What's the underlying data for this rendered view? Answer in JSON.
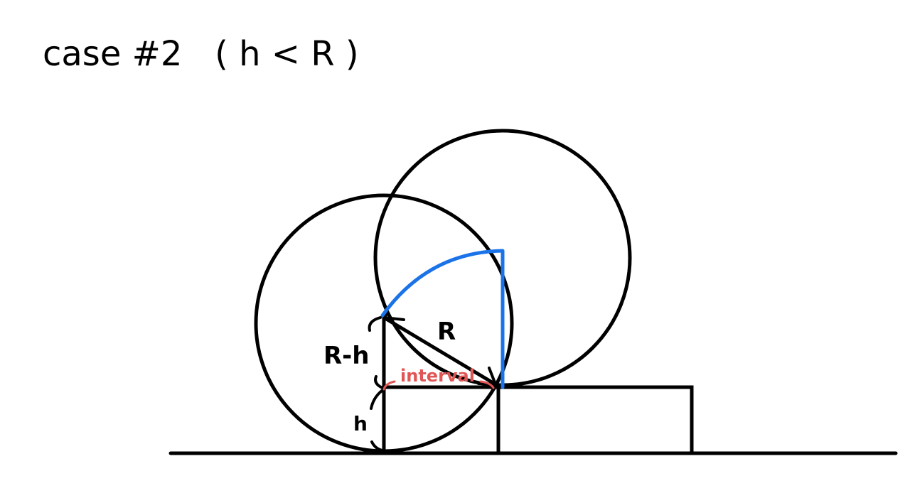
{
  "title": "case #2   ( h < R )",
  "labels": {
    "radius": "R",
    "difference": "R-h",
    "height": "h",
    "interval": "interval"
  },
  "colors": {
    "ink": "#000000",
    "arc": "#1a73e8",
    "interval": "#e05555",
    "background": "#ffffff"
  }
}
